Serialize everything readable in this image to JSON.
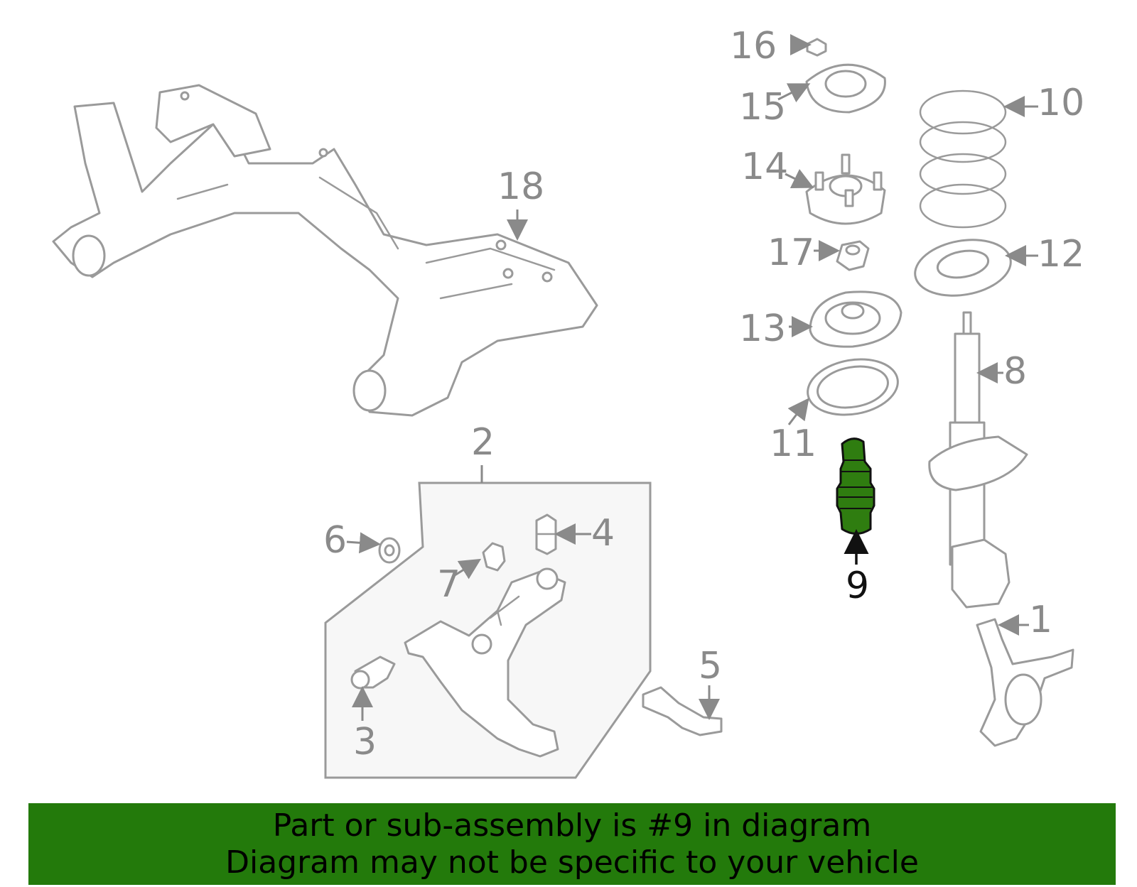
{
  "callouts": {
    "c1": "1",
    "c2": "2",
    "c3": "3",
    "c4": "4",
    "c5": "5",
    "c6": "6",
    "c7": "7",
    "c8": "8",
    "c9": "9",
    "c10": "10",
    "c11": "11",
    "c12": "12",
    "c13": "13",
    "c14": "14",
    "c15": "15",
    "c16": "16",
    "c17": "17",
    "c18": "18"
  },
  "highlighted_part": "9",
  "colors": {
    "highlight": "#2f7d10",
    "banner": "#237a0b",
    "line_art": "#9a9a9a",
    "callout": "#8a8a8a"
  },
  "banner": {
    "line1": "Part or sub-assembly is #9 in diagram",
    "line2": "Diagram may not be specific to your vehicle"
  }
}
